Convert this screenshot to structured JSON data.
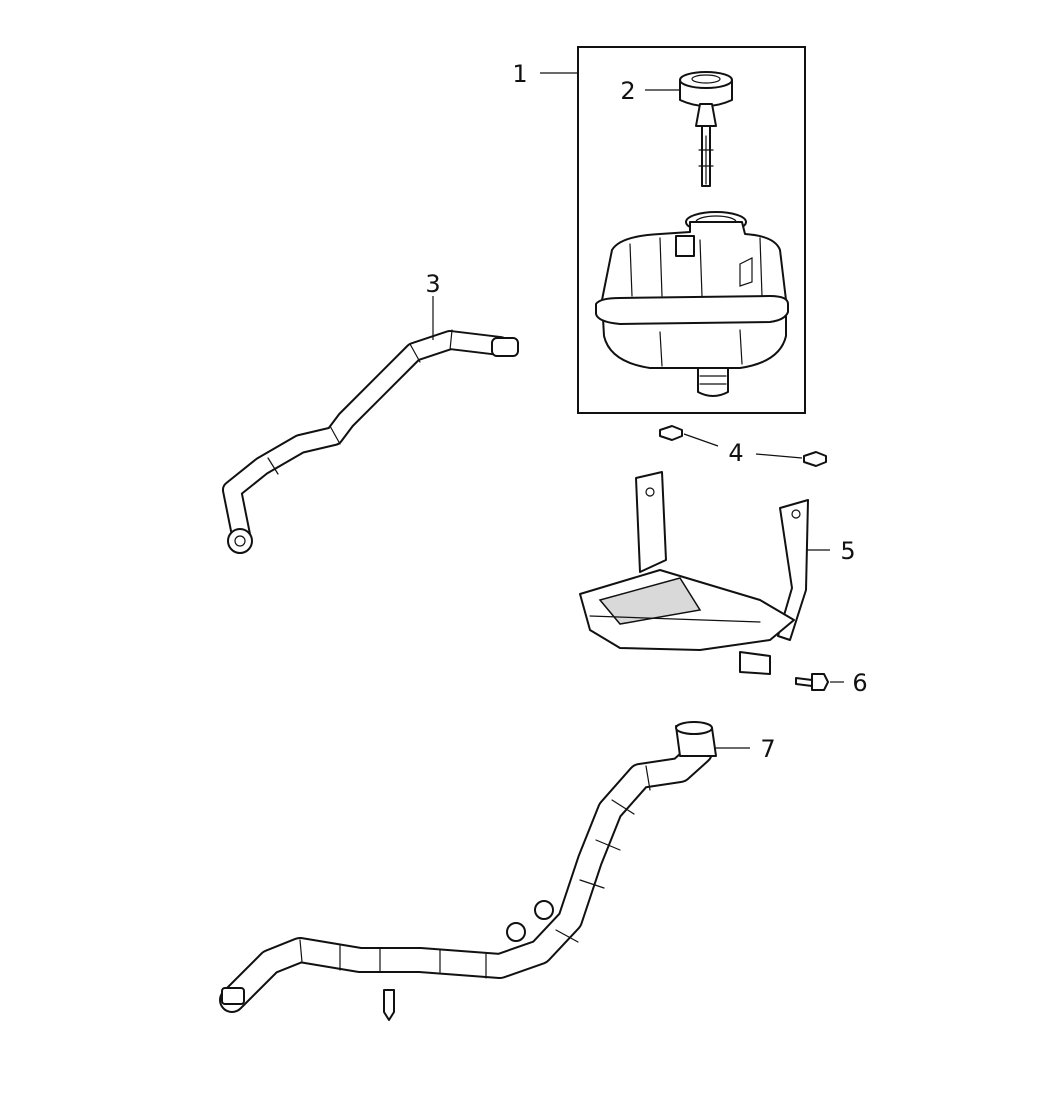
{
  "callouts": {
    "c1": "1",
    "c2": "2",
    "c3": "3",
    "c4": "4",
    "c5": "5",
    "c6": "6",
    "c7": "7"
  },
  "parts": [
    {
      "callout": "1",
      "icon": "coolant-reservoir-assembly"
    },
    {
      "callout": "2",
      "icon": "reservoir-cap"
    },
    {
      "callout": "3",
      "icon": "coolant-hose"
    },
    {
      "callout": "4",
      "icon": "nut"
    },
    {
      "callout": "5",
      "icon": "reservoir-bracket"
    },
    {
      "callout": "6",
      "icon": "bolt"
    },
    {
      "callout": "7",
      "icon": "coolant-hose"
    }
  ]
}
